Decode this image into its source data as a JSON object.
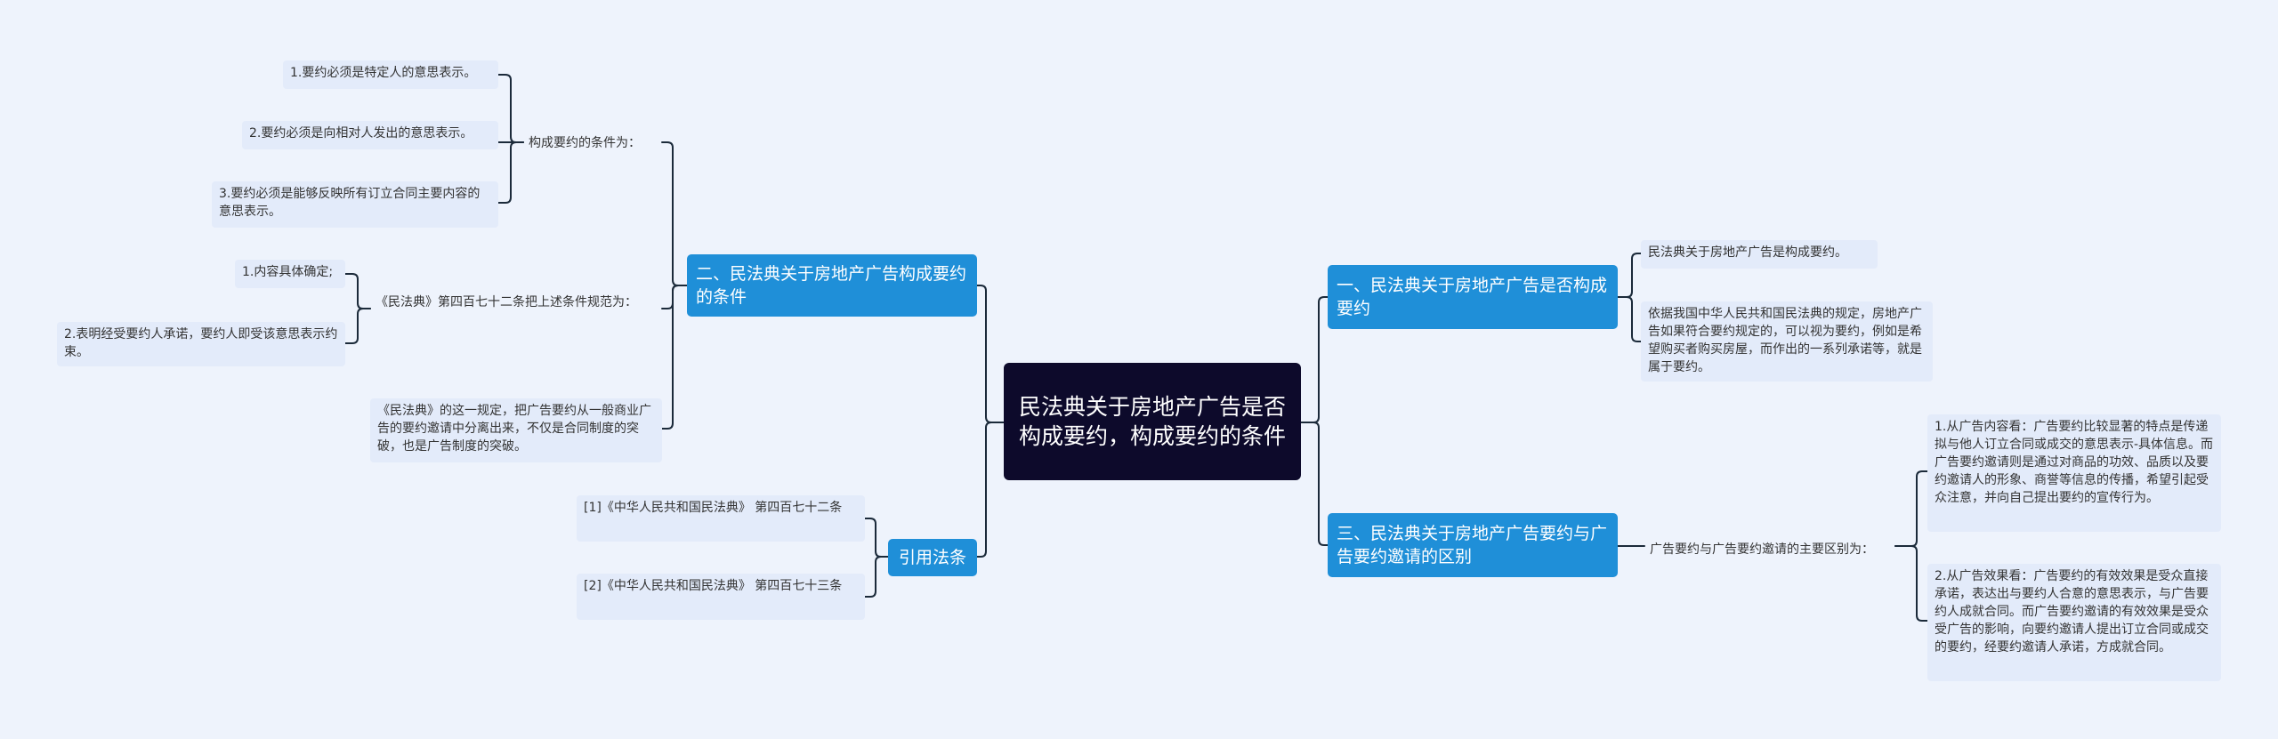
{
  "root": {
    "text": "民法典关于房地产广告是否构成要约，构成要约的条件"
  },
  "colors": {
    "background": "#eef3fc",
    "root": "#0d0a2b",
    "branch": "#1f8fd8",
    "leaf": "#e3ebfa",
    "line": "#1b2a3a"
  },
  "right": {
    "b1": {
      "title": "一、民法典关于房地产广告是否构成要约",
      "leaf1": "民法典关于房地产广告是构成要约。",
      "leaf2": "依据我国中华人民共和国民法典的规定，房地产广告如果符合要约规定的，可以视为要约，例如是希望购买者购买房屋，而作出的一系列承诺等，就是属于要约。"
    },
    "b3": {
      "title": "三、民法典关于房地产广告要约与广告要约邀请的区别",
      "label": "广告要约与广告要约邀请的主要区别为：",
      "leaf1": "1.从广告内容看：广告要约比较显著的特点是传递拟与他人订立合同或成交的意思表示-具体信息。而广告要约邀请则是通过对商品的功效、品质以及要约邀请人的形象、商誉等信息的传播，希望引起受众注意，并向自己提出要约的宣传行为。",
      "leaf2": "2.从广告效果看：广告要约的有效效果是受众直接承诺，表达出与要约人合意的意思表示，与广告要约人成就合同。而广告要约邀请的有效效果是受众受广告的影响，向要约邀请人提出订立合同或成交的要约，经要约邀请人承诺，方成就合同。"
    }
  },
  "left": {
    "b2": {
      "title": "二、民法典关于房地产广告构成要约的条件",
      "cond": {
        "label": "构成要约的条件为：",
        "items": [
          "1.要约必须是特定人的意思表示。",
          "2.要约必须是向相对人发出的意思表示。",
          "3.要约必须是能够反映所有订立合同主要内容的意思表示。"
        ]
      },
      "code": {
        "label": "《民法典》第四百七十二条把上述条件规范为：",
        "items": [
          "1.内容具体确定;",
          "2.表明经受要约人承诺，要约人即受该意思表示约束。"
        ]
      },
      "note": "《民法典》的这一规定，把广告要约从一般商业广告的要约邀请中分离出来，不仅是合同制度的突破，也是广告制度的突破。"
    },
    "refs": {
      "title": "引用法条",
      "items": [
        "[1]《中华人民共和国民法典》 第四百七十二条",
        "[2]《中华人民共和国民法典》 第四百七十三条"
      ]
    }
  }
}
